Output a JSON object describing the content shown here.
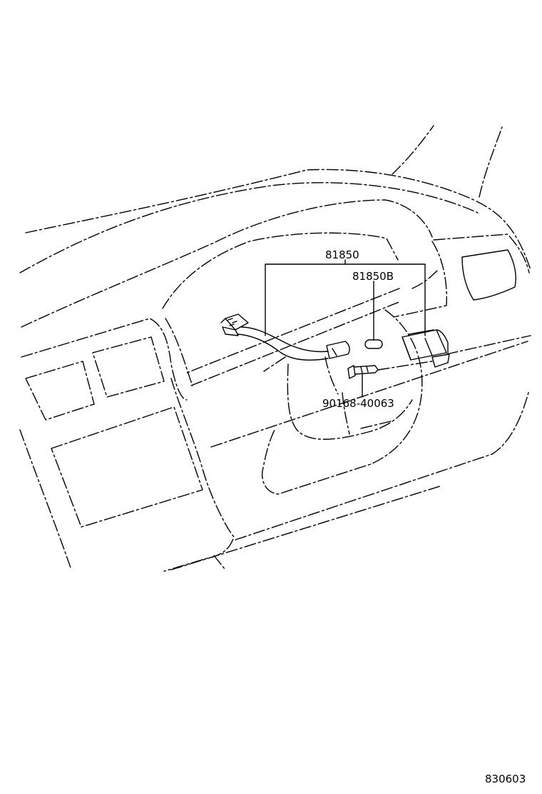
{
  "callouts": {
    "part_group": "81850",
    "part_bulb": "81850B",
    "part_screw": "90168-40063"
  },
  "figure_id": "830603"
}
